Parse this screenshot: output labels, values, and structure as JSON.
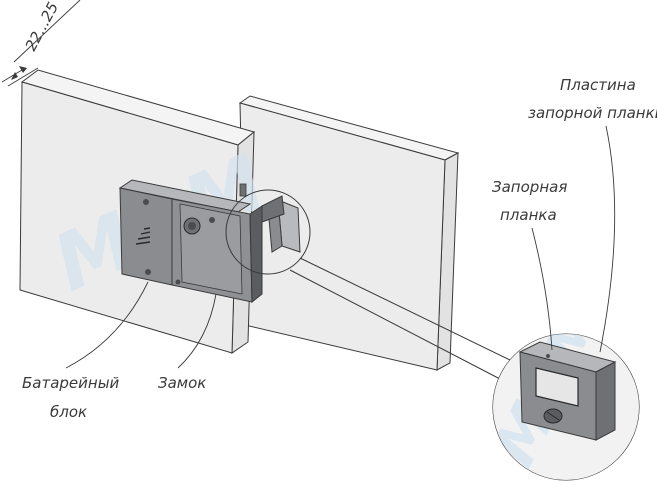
{
  "dimension": {
    "text": "22...25"
  },
  "labels": {
    "strike_plate_plate_line1": "Пластина",
    "strike_plate_plate_line2": "запорной планки",
    "strike_plate_line1": "Запорная",
    "strike_plate_line2": "планка",
    "battery_unit_line1": "Батарейный",
    "battery_unit_line2": "блок",
    "lock": "Замок"
  },
  "watermark": {
    "text": "MDM"
  },
  "colors": {
    "line": "#3a3a3a",
    "panel_fill": "#ececec",
    "panel_side": "#e2e2e2",
    "device_fill": "#8a8c90",
    "device_dark": "#5a5c60",
    "watermark": "#d3e3ef"
  }
}
